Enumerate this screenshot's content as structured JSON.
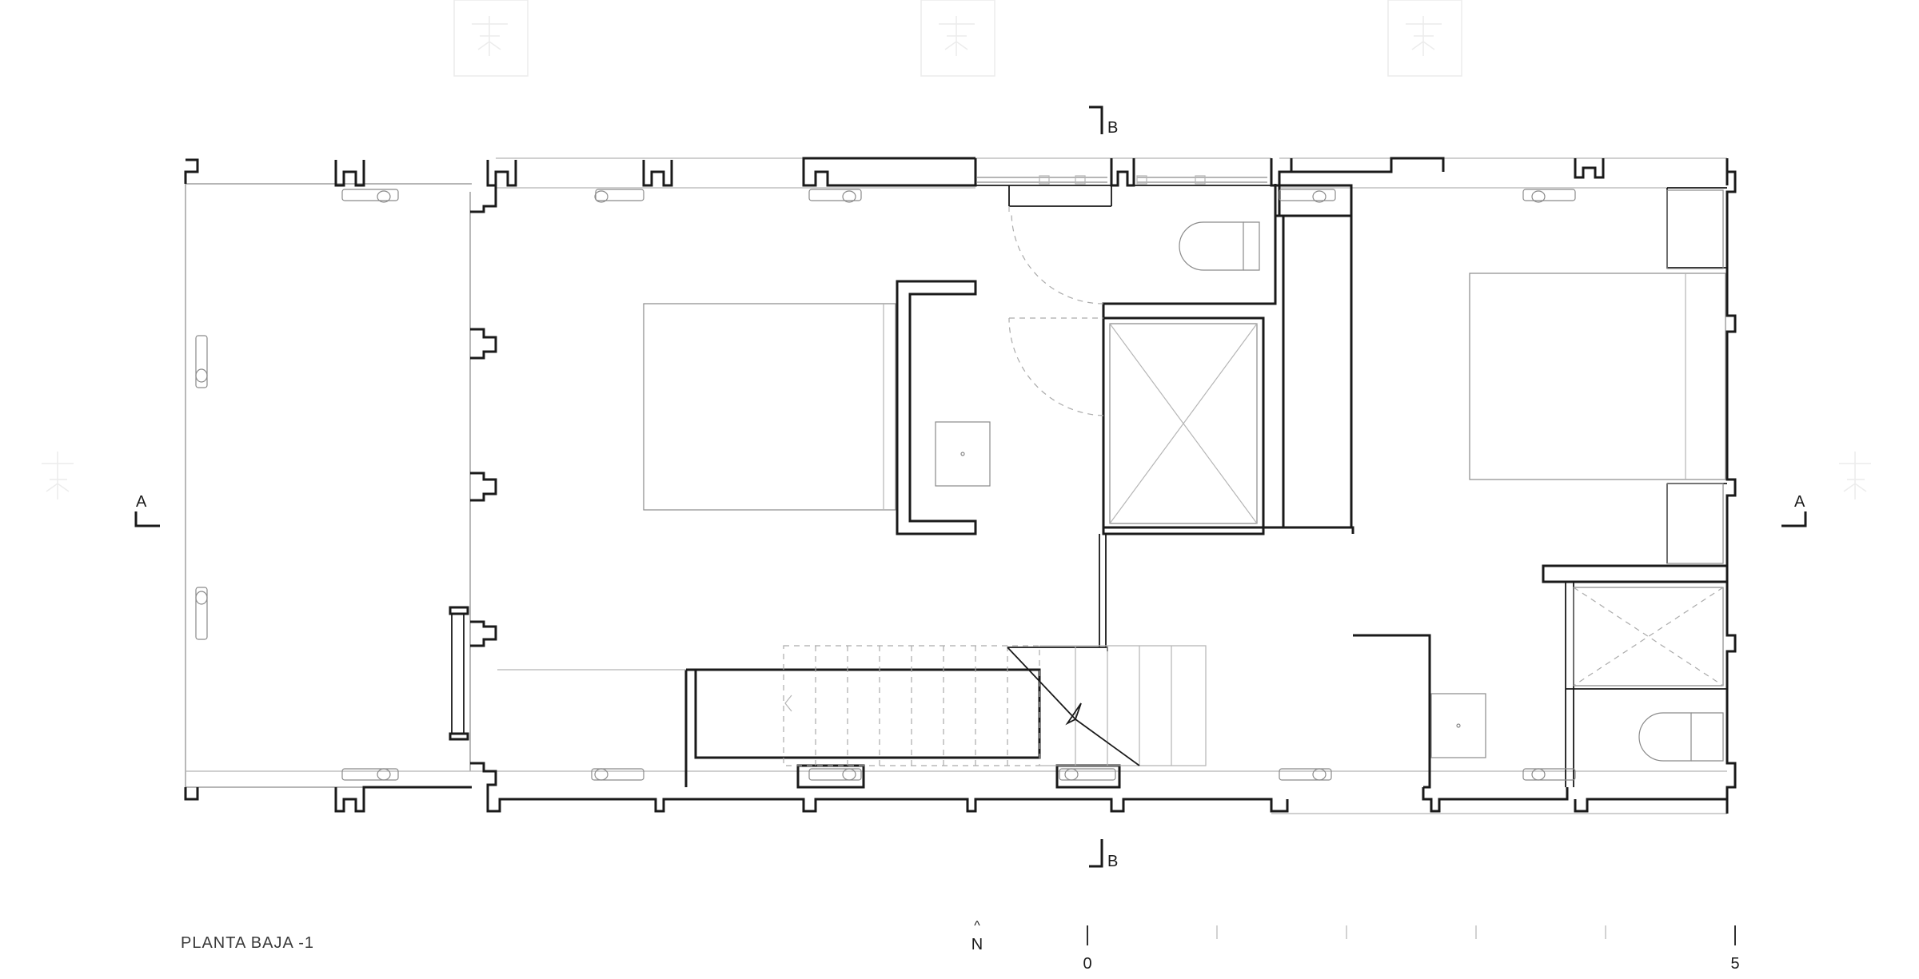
{
  "plan": {
    "title": "PLANTA BAJA -1",
    "north_label": "N",
    "north_arrow": "^"
  },
  "section_marks": {
    "a_left": "A",
    "a_right": "A",
    "b_top": "B",
    "b_bottom": "B"
  },
  "scale_bar": {
    "start_label": "0",
    "end_label": "5",
    "divisions": 5
  },
  "colors": {
    "ink": "#1a1a1a",
    "fine_line": "#8a8a8a",
    "dashed_line": "#aaaaaa",
    "watermark": "#ececec",
    "background": "#ffffff"
  }
}
